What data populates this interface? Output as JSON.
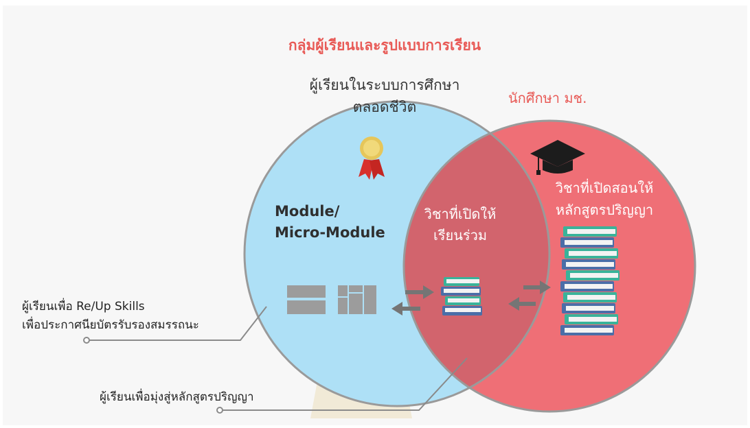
{
  "title": "กลุ่มผู้เรียนและรูปแบบการเรียน",
  "lifelong_learners": {
    "line1": "ผู้เรียนในระบบการศึกษา",
    "line2": "ตลอดชีวิต"
  },
  "university_students": "นักศึกษา มช.",
  "module_label": {
    "line1": "Module/",
    "line2": "Micro-Module"
  },
  "shared_courses": {
    "line1": "วิชาที่เปิดให้",
    "line2": "เรียนร่วม"
  },
  "degree_courses": {
    "line1": "วิชาที่เปิดสอนให้",
    "line2": "หลักสูตรปริญญา"
  },
  "reskill_callout": {
    "line1": "ผู้เรียนเพื่อ Re/Up Skills",
    "line2": "เพื่อประกาศนียบัตรรับรองสมรรถนะ"
  },
  "degree_path_callout": "ผู้เรียนเพื่อมุ่งสู่หลักสูตรปริญญา",
  "colors": {
    "title": "#e85a56",
    "left_circle": "#aee0f6",
    "right_circle": "#ef6f76",
    "overlap": "#d2646d",
    "circle_border": "#9a9a9a"
  },
  "icons": [
    "medal-icon",
    "graduation-cap-icon",
    "module-blocks-icon",
    "book-stack-icon",
    "swap-arrows-icon"
  ]
}
